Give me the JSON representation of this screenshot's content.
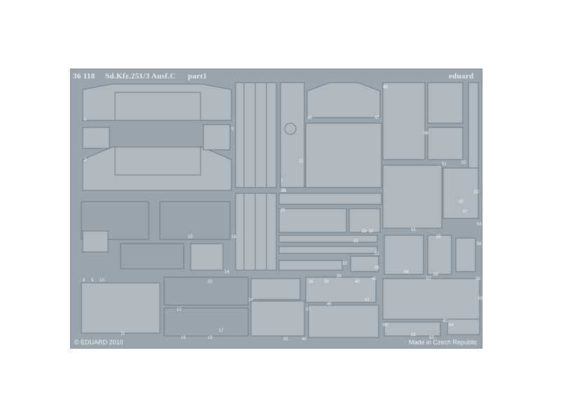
{
  "sheet": {
    "code": "36 118",
    "title": "Sd.Kfz.251/3 Ausf.C",
    "part": "part1",
    "brand": "eduard",
    "copyright": "© EDUARD 2010",
    "origin": "Made in Czech Republic"
  },
  "colors": {
    "background": "#ffffff",
    "fret": "#9aa4ac",
    "part_fill": "#b0b9bf",
    "outline": "#737c83",
    "text": "#f0f3f5"
  },
  "part_numbers": [
    "1",
    "2",
    "5",
    "7",
    "8",
    "9",
    "10",
    "11",
    "12",
    "14",
    "15",
    "16",
    "17",
    "18",
    "19",
    "20",
    "21",
    "22",
    "24",
    "25",
    "28",
    "29",
    "30",
    "31",
    "32",
    "33",
    "35",
    "36",
    "37",
    "38",
    "39",
    "40",
    "41",
    "42",
    "43",
    "44",
    "45",
    "46",
    "47",
    "48",
    "49",
    "50",
    "51",
    "52",
    "53",
    "54",
    "55",
    "56",
    "57",
    "58",
    "59",
    "60",
    "61",
    "62",
    "63",
    "64",
    "65",
    "66",
    "67",
    "68",
    "69",
    "70"
  ]
}
